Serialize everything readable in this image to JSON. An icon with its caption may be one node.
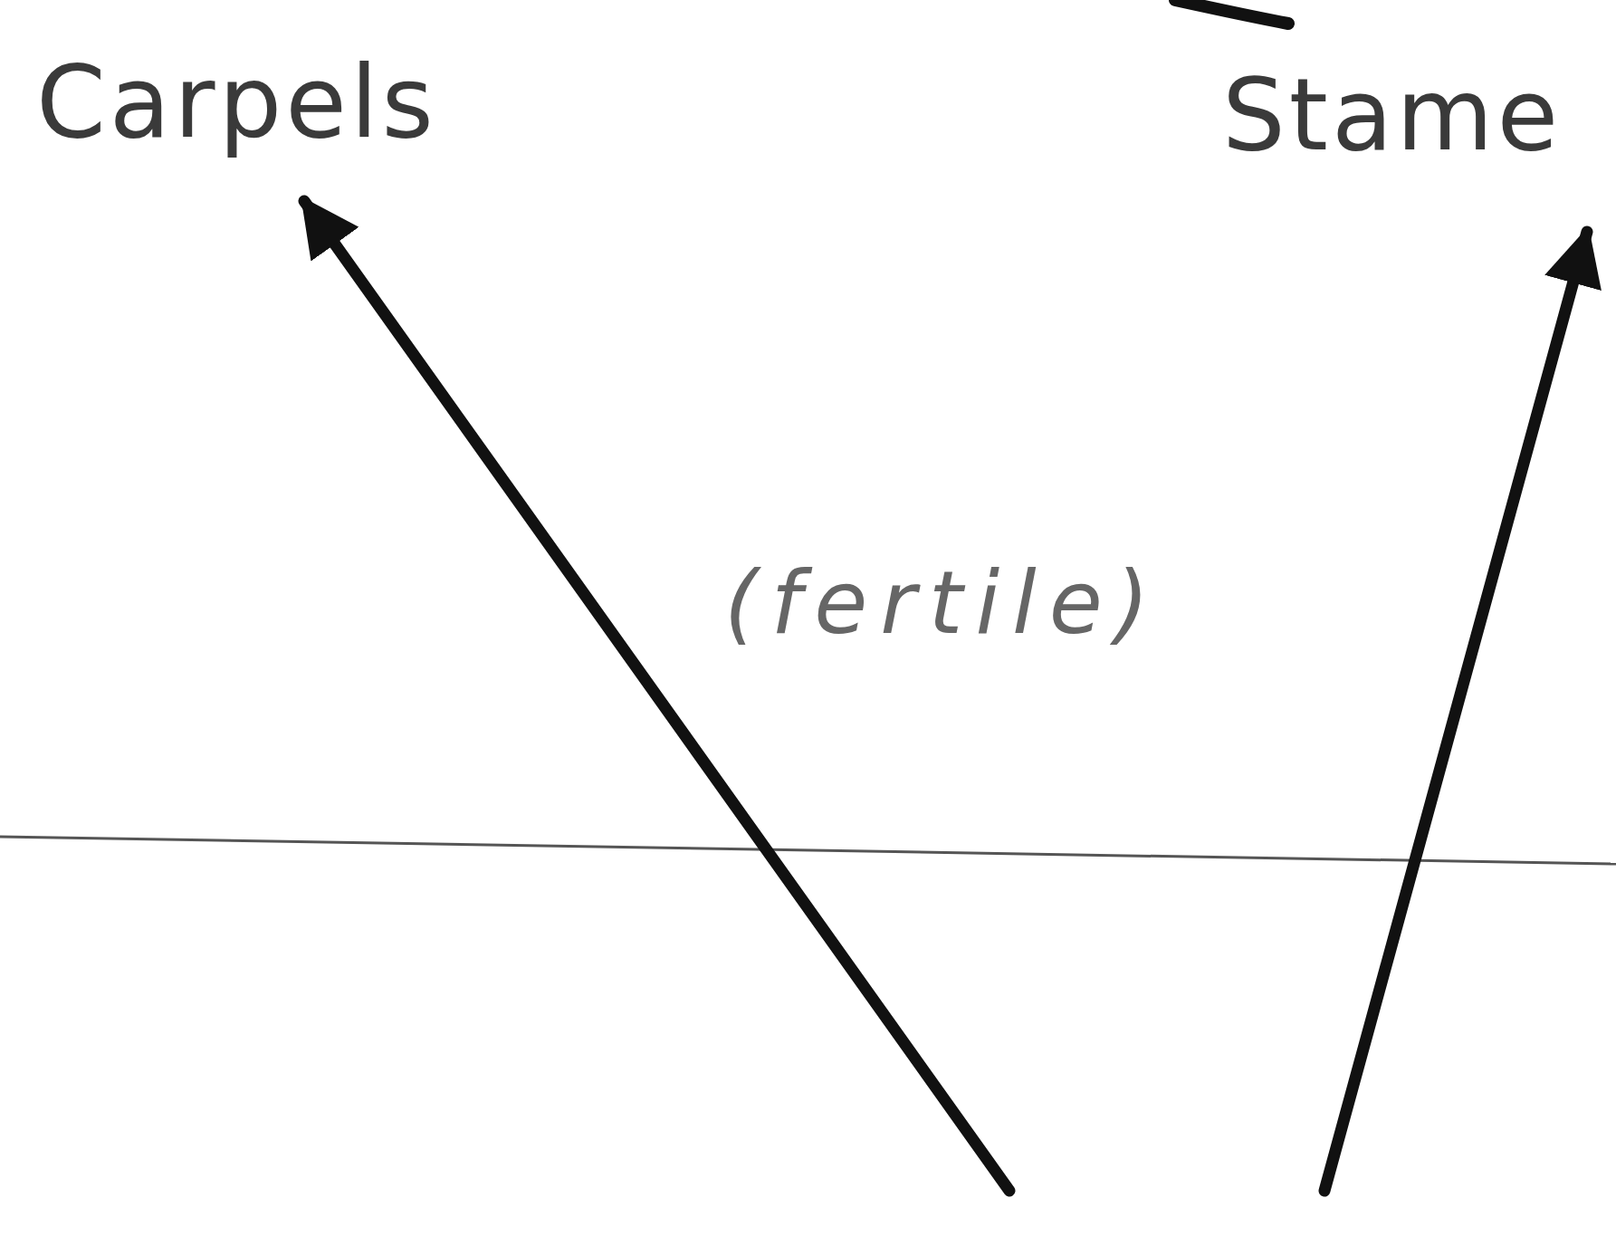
{
  "diagram": {
    "nodes": [
      {
        "text": [
          "Carpels"
        ]
      },
      {
        "text": [
          "Stame"
        ]
      }
    ],
    "edges": [
      {
        "from": null,
        "to": 0,
        "arrow": "to"
      },
      {
        "from": null,
        "to": 1,
        "arrow": "to"
      }
    ],
    "labels": [
      "(fertile)"
    ]
  }
}
